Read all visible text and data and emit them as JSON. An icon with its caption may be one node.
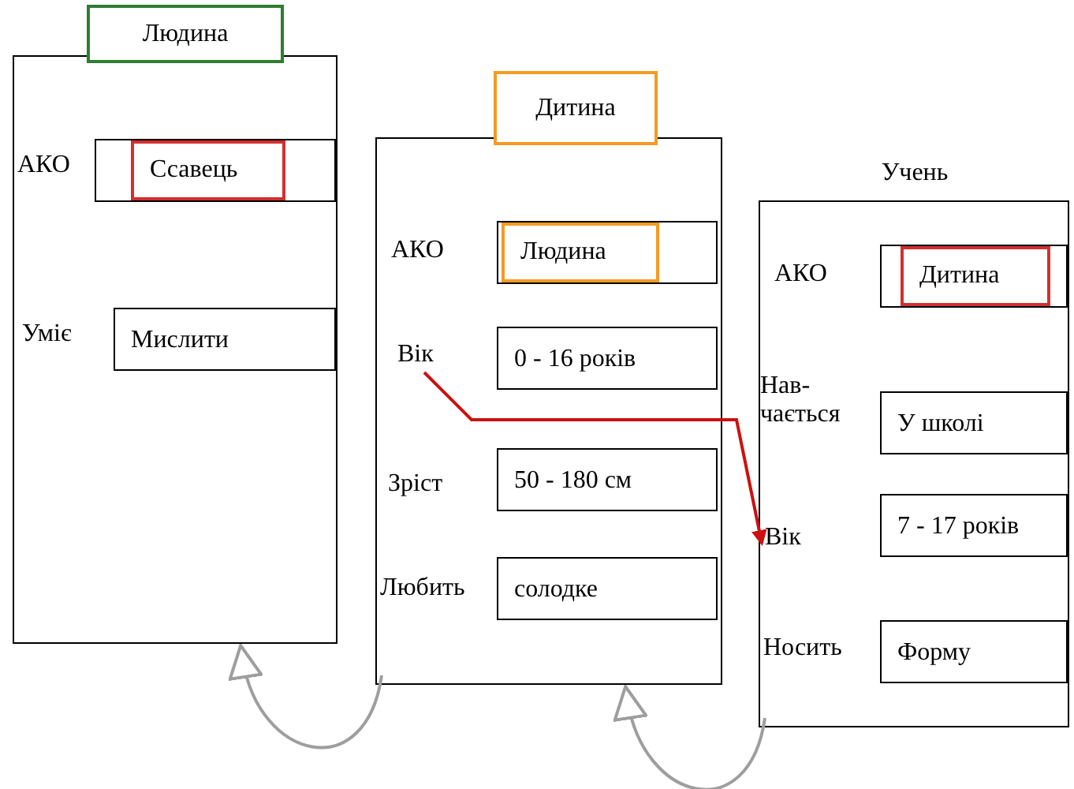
{
  "diagram": {
    "nodes": [
      {
        "text": [
          "Людина"
        ]
      },
      {
        "text": [
          "Ссавець"
        ],
        "in": 0,
        "beside": [
          "АКО"
        ]
      },
      {
        "text": [
          "Мислити"
        ],
        "in": 0,
        "beside": [
          "Уміє"
        ]
      },
      {
        "text": [
          "Дитина"
        ]
      },
      {
        "text": [
          "Людина"
        ],
        "in": 3,
        "beside": [
          "АКО"
        ]
      },
      {
        "text": [
          "Вік"
        ],
        "in": 3
      },
      {
        "text": [
          "0 - 16 років"
        ],
        "in": 3
      },
      {
        "text": [
          "50 - 180 см"
        ],
        "in": 3,
        "beside": [
          "Зріст"
        ]
      },
      {
        "text": [
          "солодке"
        ],
        "in": 3,
        "beside": [
          "Любить"
        ]
      },
      {
        "text": [
          "Учень"
        ]
      },
      {
        "text": [
          "Дитина"
        ],
        "in": 9,
        "beside": [
          "АКО"
        ]
      },
      {
        "text": [
          "У школі"
        ],
        "in": 9,
        "beside": [
          "Нав- чається"
        ]
      },
      {
        "text": [
          "Вік"
        ],
        "in": 9
      },
      {
        "text": [
          "7 - 17 років"
        ],
        "in": 9
      },
      {
        "text": [
          "Форму"
        ],
        "in": 9,
        "beside": [
          "Носить"
        ]
      }
    ],
    "edges": [
      {
        "from": 5,
        "to": 12,
        "arrow": "to",
        "color": "#cc1111"
      },
      {
        "from": 3,
        "to": 0,
        "arrow": "to",
        "color": "#9e9e9e"
      },
      {
        "from": 9,
        "to": 3,
        "arrow": "to",
        "color": "#9e9e9e"
      }
    ]
  }
}
